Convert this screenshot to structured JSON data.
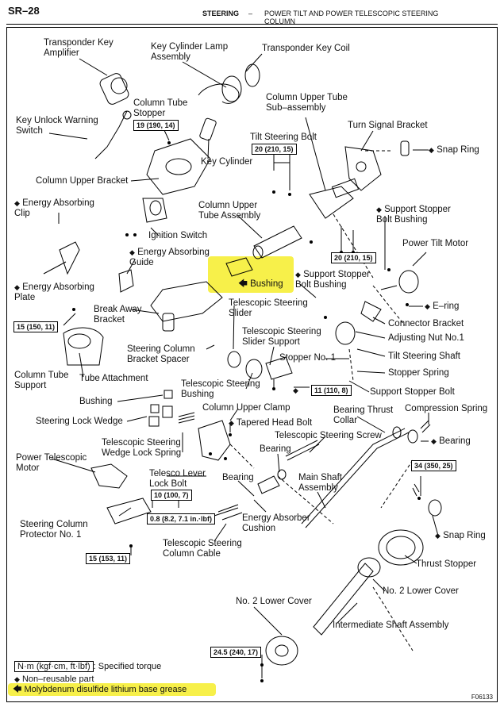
{
  "header": {
    "page_number": "SR–28",
    "section": "STEERING",
    "dash": "–",
    "title": "POWER TILT AND POWER TELESCOPIC STEERING COLUMN"
  },
  "labels": {
    "transponder_key_amplifier": "Transponder Key Amplifier",
    "key_cylinder_lamp_assembly": "Key Cylinder Lamp Assembly",
    "transponder_key_coil": "Transponder Key Coil",
    "column_tube_stopper": "Column Tube Stopper",
    "key_unlock_warning_switch": "Key Unlock Warning Switch",
    "column_upper_tube_sub_assembly": "Column Upper Tube Sub–assembly",
    "turn_signal_bracket": "Turn Signal Bracket",
    "tilt_steering_bolt": "Tilt Steering Bolt",
    "snap_ring_top": "Snap Ring",
    "key_cylinder": "Key Cylinder",
    "column_upper_bracket": "Column Upper Bracket",
    "energy_absorbing_clip": "Energy Absorbing Clip",
    "column_upper_tube_assembly": "Column Upper Tube Assembly",
    "support_stopper_bolt_bushing_top": "Support Stopper Bolt Bushing",
    "ignition_switch": "Ignition Switch",
    "energy_absorbing_guide": "Energy Absorbing Guide",
    "power_tilt_motor": "Power Tilt Motor",
    "bushing_highlight": "Bushing",
    "support_stopper_bolt_bushing_mid": "Support Stopper Bolt Bushing",
    "energy_absorbing_plate": "Energy Absorbing Plate",
    "break_away_bracket": "Break Away Bracket",
    "telescopic_steering_slider": "Telescopic Steering Slider",
    "e_ring": "E–ring",
    "connector_bracket": "Connector Bracket",
    "telescopic_steering_slider_support": "Telescopic Steering Slider Support",
    "adjusting_nut_no1": "Adjusting Nut No.1",
    "tilt_steering_shaft": "Tilt Steering Shaft",
    "steering_column_bracket_spacer": "Steering Column Bracket Spacer",
    "stopper_no1": "Stopper No. 1",
    "column_tube_support": "Column Tube Support",
    "tube_attachment": "Tube Attachment",
    "stopper_spring": "Stopper Spring",
    "telescopic_steering_bushing": "Telescopic Steering Bushing",
    "support_stopper_bolt": "Support Stopper Bolt",
    "bushing_left": "Bushing",
    "column_upper_clamp": "Column Upper Clamp",
    "bearing_thrust_collar": "Bearing Thrust Collar",
    "compression_spring": "Compression Spring",
    "steering_lock_wedge": "Steering Lock Wedge",
    "tapered_head_bolt": "Tapered Head Bolt",
    "telescopic_steering_screw": "Telescopic Steering Screw",
    "bearing_right": "Bearing",
    "telescopic_steering_wedge_lock_spring": "Telescopic Steering Wedge Lock Spring",
    "power_telescopic_motor": "Power Telescopic Motor",
    "bearing_mid": "Bearing",
    "telesco_lever_lock_bolt": "Telesco Lever Lock Bolt",
    "bearing_lower": "Bearing",
    "main_shaft_assembly": "Main Shaft Assembly",
    "steering_column_protector_no1": "Steering Column Protector No. 1",
    "energy_absorber_cushion": "Energy Absorber Cushion",
    "snap_ring_bottom": "Snap Ring",
    "telescopic_steering_column_cable": "Telescopic Steering Column Cable",
    "thrust_stopper": "Thrust Stopper",
    "no2_lower_cover": "No. 2 Lower Cover",
    "no2_lower_cover_left": "No. 2 Lower Cover",
    "intermediate_shaft_assembly": "Intermediate Shaft Assembly"
  },
  "torques": {
    "t_19": "19 (190, 14)",
    "t_20a": "20 (210, 15)",
    "t_20b": "20 (210, 15)",
    "t_15a": "15 (150, 11)",
    "t_11": "11 (110, 8)",
    "t_10": "10 (100, 7)",
    "t_08": "0.8 (8.2, 7.1 in.·lbf)",
    "t_34": "34 (350, 25)",
    "t_15b": "15 (153, 11)",
    "t_245": "24.5 (240, 17)"
  },
  "symbols": {
    "diamond": "◆",
    "arrow": "🡄"
  },
  "legend": {
    "torque_unit": "N·m (kgf·cm, ft·lbf)",
    "torque_desc": ": Specified torque",
    "non_reusable": "Non–reusable part",
    "grease": "Molybdenum disulfide lithium base grease"
  },
  "figure_id": "F06133",
  "colors": {
    "highlight": "#f7f04a",
    "line": "#000000"
  }
}
